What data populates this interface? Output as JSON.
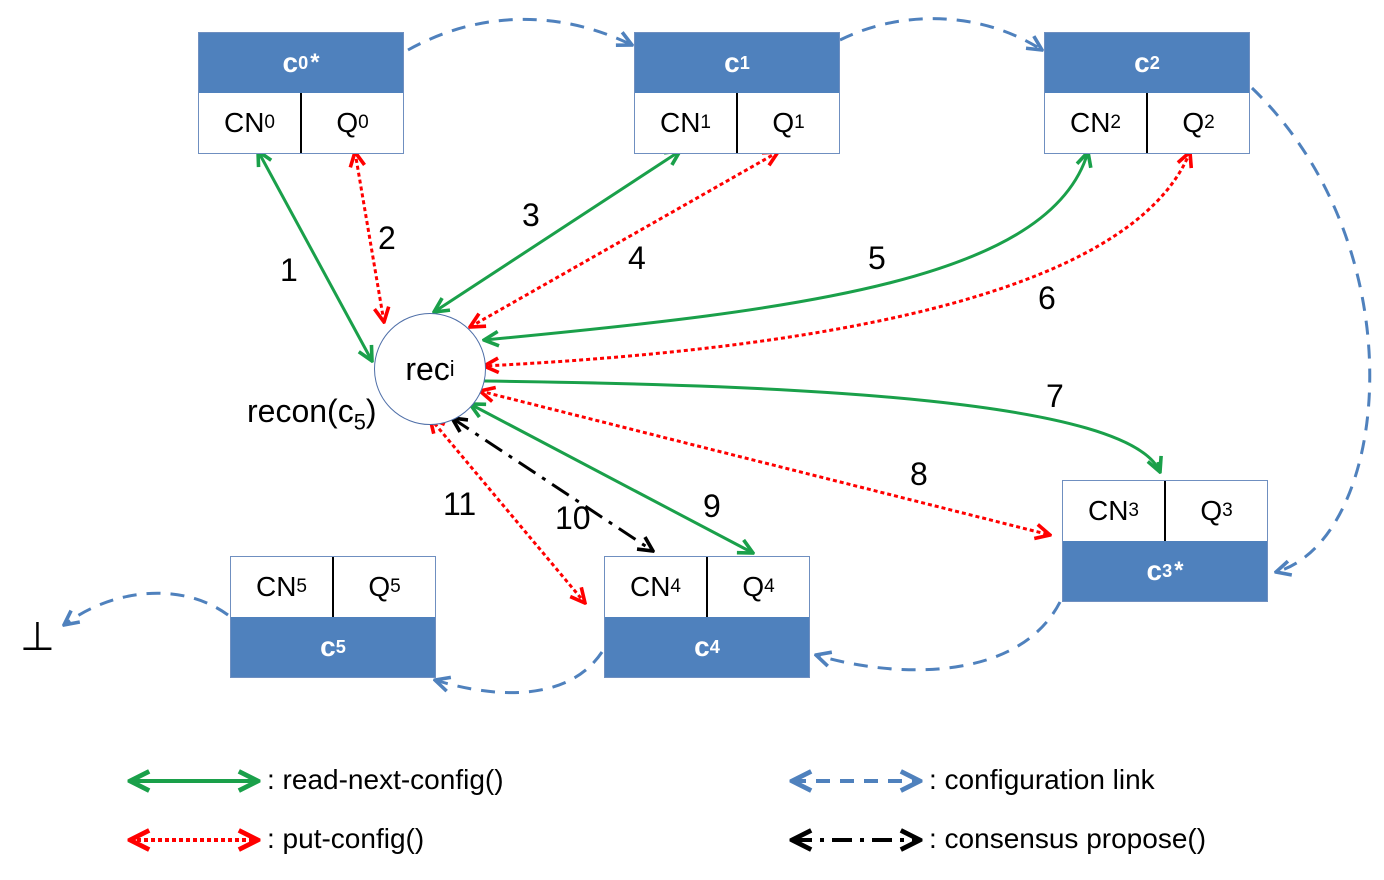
{
  "configs": {
    "c0": {
      "name": "c",
      "sub": "0",
      "mark": "*",
      "cn": "CN",
      "cn_sub": "0",
      "q": "Q",
      "q_sub": "0"
    },
    "c1": {
      "name": "c",
      "sub": "1",
      "mark": "",
      "cn": "CN",
      "cn_sub": "1",
      "q": "Q",
      "q_sub": "1"
    },
    "c2": {
      "name": "c",
      "sub": "2",
      "mark": "",
      "cn": "CN",
      "cn_sub": "2",
      "q": "Q",
      "q_sub": "2"
    },
    "c3": {
      "name": "c",
      "sub": "3",
      "mark": "*",
      "cn": "CN",
      "cn_sub": "3",
      "q": "Q",
      "q_sub": "3"
    },
    "c4": {
      "name": "c",
      "sub": "4",
      "mark": "",
      "cn": "CN",
      "cn_sub": "4",
      "q": "Q",
      "q_sub": "4"
    },
    "c5": {
      "name": "c",
      "sub": "5",
      "mark": "",
      "cn": "CN",
      "cn_sub": "5",
      "q": "Q",
      "q_sub": "5"
    }
  },
  "node": {
    "name": "rec",
    "sub": "i"
  },
  "node_caption": {
    "pre": "recon(c",
    "sub": "5",
    "post": ")"
  },
  "step_labels": [
    "1",
    "2",
    "3",
    "4",
    "5",
    "6",
    "7",
    "8",
    "9",
    "10",
    "11"
  ],
  "bottom_symbol": "⊥",
  "legend": {
    "read": ": read-next-config()",
    "put": ": put-config()",
    "link": ": configuration  link",
    "propose": ": consensus propose()"
  },
  "colors": {
    "green": "#1aa04a",
    "red": "#ff0000",
    "blue": "#4f81bd",
    "black": "#000000"
  }
}
